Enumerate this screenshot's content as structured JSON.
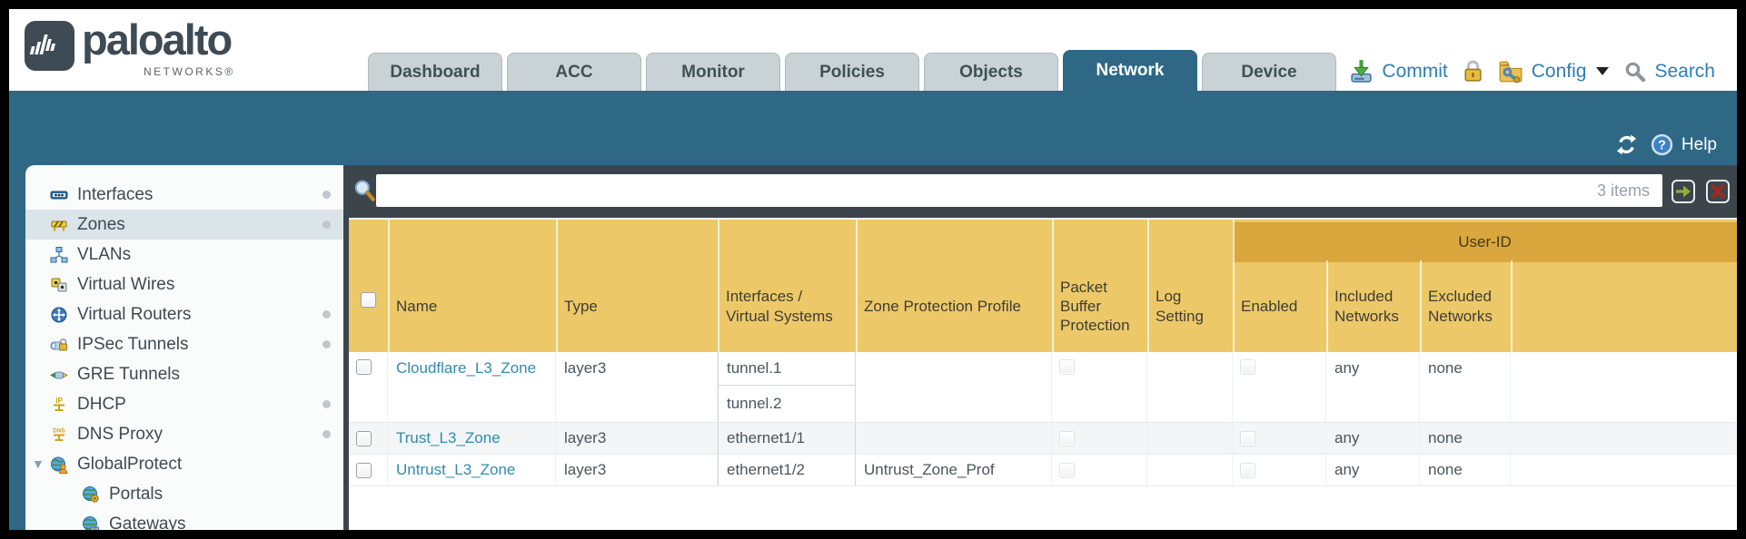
{
  "brand": {
    "name": "paloalto",
    "sub": "NETWORKS®"
  },
  "nav_tabs": [
    {
      "label": "Dashboard",
      "active": false
    },
    {
      "label": "ACC",
      "active": false
    },
    {
      "label": "Monitor",
      "active": false
    },
    {
      "label": "Policies",
      "active": false
    },
    {
      "label": "Objects",
      "active": false
    },
    {
      "label": "Network",
      "active": true
    },
    {
      "label": "Device",
      "active": false
    }
  ],
  "utilities": {
    "commit_label": "Commit",
    "config_label": "Config",
    "search_label": "Search"
  },
  "band": {
    "help_label": "Help"
  },
  "sidebar": {
    "items": [
      {
        "label": "Interfaces",
        "icon": "interfaces-icon",
        "dot": true,
        "selected": false,
        "indent": false
      },
      {
        "label": "Zones",
        "icon": "zones-icon",
        "dot": true,
        "selected": true,
        "indent": false
      },
      {
        "label": "VLANs",
        "icon": "vlans-icon",
        "dot": false,
        "selected": false,
        "indent": false
      },
      {
        "label": "Virtual Wires",
        "icon": "virtual-wires-icon",
        "dot": false,
        "selected": false,
        "indent": false
      },
      {
        "label": "Virtual Routers",
        "icon": "virtual-routers-icon",
        "dot": true,
        "selected": false,
        "indent": false
      },
      {
        "label": "IPSec Tunnels",
        "icon": "ipsec-tunnels-icon",
        "dot": true,
        "selected": false,
        "indent": false
      },
      {
        "label": "GRE Tunnels",
        "icon": "gre-tunnels-icon",
        "dot": false,
        "selected": false,
        "indent": false
      },
      {
        "label": "DHCP",
        "icon": "dhcp-icon",
        "dot": true,
        "selected": false,
        "indent": false
      },
      {
        "label": "DNS Proxy",
        "icon": "dns-proxy-icon",
        "dot": true,
        "selected": false,
        "indent": false
      },
      {
        "label": "GlobalProtect",
        "icon": "globalprotect-icon",
        "dot": false,
        "selected": false,
        "indent": false,
        "expanded": true
      },
      {
        "label": "Portals",
        "icon": "portals-icon",
        "dot": false,
        "selected": false,
        "indent": true
      },
      {
        "label": "Gateways",
        "icon": "gateways-icon",
        "dot": false,
        "selected": false,
        "indent": true
      }
    ]
  },
  "filter": {
    "items_count": "3 items",
    "value": ""
  },
  "table": {
    "user_id_group": "User-ID",
    "columns": [
      {
        "id": "name",
        "label": "Name"
      },
      {
        "id": "type",
        "label": "Type"
      },
      {
        "id": "interfaces",
        "label": "Interfaces / Virtual Systems"
      },
      {
        "id": "zone_protection_profile",
        "label": "Zone Protection Profile"
      },
      {
        "id": "packet_buffer_protection",
        "label": "Packet Buffer Protection"
      },
      {
        "id": "log_setting",
        "label": "Log Setting"
      },
      {
        "id": "enabled",
        "label": "Enabled"
      },
      {
        "id": "included_networks",
        "label": "Included Networks"
      },
      {
        "id": "excluded_networks",
        "label": "Excluded Networks"
      }
    ],
    "rows": [
      {
        "name": "Cloudflare_L3_Zone",
        "type": "layer3",
        "interfaces": [
          "tunnel.1",
          "tunnel.2"
        ],
        "zone_protection_profile": "",
        "packet_buffer_protection": false,
        "log_setting": "",
        "user_id_enabled": false,
        "included_networks": "any",
        "excluded_networks": "none"
      },
      {
        "name": "Trust_L3_Zone",
        "type": "layer3",
        "interfaces": [
          "ethernet1/1"
        ],
        "zone_protection_profile": "",
        "packet_buffer_protection": false,
        "log_setting": "",
        "user_id_enabled": false,
        "included_networks": "any",
        "excluded_networks": "none"
      },
      {
        "name": "Untrust_L3_Zone",
        "type": "layer3",
        "interfaces": [
          "ethernet1/2"
        ],
        "zone_protection_profile": "Untrust_Zone_Prof",
        "packet_buffer_protection": false,
        "log_setting": "",
        "user_id_enabled": false,
        "included_networks": "any",
        "excluded_networks": "none"
      }
    ]
  },
  "colors": {
    "accent_teal": "#2e6885",
    "filter_bar": "#3c454c",
    "header_orange": "#edc868",
    "user_id_band": "#d9a73e",
    "link": "#2f8cad",
    "tab_inactive": "#c9d3d5",
    "selected_sidebar": "#dbe4e9",
    "alt_row": "#f3f5f6"
  }
}
